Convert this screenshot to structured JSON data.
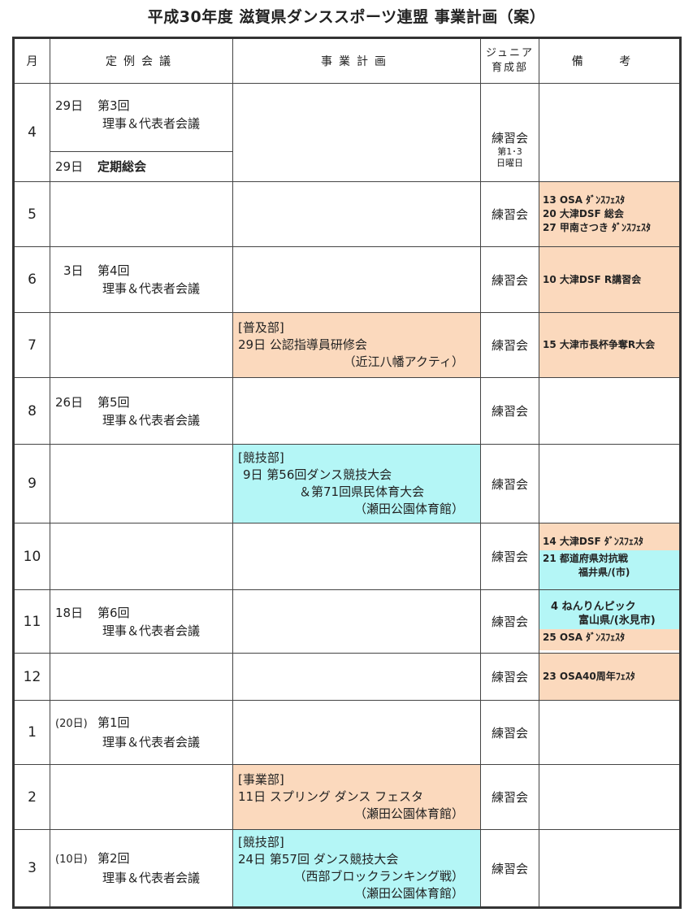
{
  "title": "平成30年度 滋賀県ダンススポーツ連盟 事業計画（案）",
  "headers": {
    "month": "月",
    "meeting": "定例会議",
    "plan": "事業計画",
    "junior": "ジュニア育成部",
    "notes": "備 考"
  },
  "rows": [
    {
      "month": "4",
      "meeting_a": {
        "date": "29日",
        "l1": "第3回",
        "l2": "理事＆代表者会議"
      },
      "meeting_b": {
        "date": "29日",
        "l1": "定期総会"
      },
      "junior": "練習会",
      "junior_sub1": "第1･3",
      "junior_sub2": "日曜日"
    },
    {
      "month": "5",
      "junior": "練習会",
      "notes": [
        "13 OSA ﾀﾞﾝｽﾌｪｽﾀ",
        "20 大津DSF 総会",
        "27 甲南さつき ﾀﾞﾝｽﾌｪｽﾀ"
      ]
    },
    {
      "month": "6",
      "meeting": {
        "date": "3日",
        "l1": "第4回",
        "l2": "理事＆代表者会議"
      },
      "junior": "練習会",
      "notes": [
        "10 大津DSF R講習会"
      ]
    },
    {
      "month": "7",
      "plan": {
        "dept": "[普及部]",
        "l1": "29日 公認指導員研修会",
        "l2": "（近江八幡アクティ）"
      },
      "junior": "練習会",
      "notes": [
        "15 大津市長杯争奪R大会"
      ]
    },
    {
      "month": "8",
      "meeting": {
        "date": "26日",
        "l1": "第5回",
        "l2": "理事＆代表者会議"
      },
      "junior": "練習会"
    },
    {
      "month": "9",
      "plan": {
        "dept": "[競技部]",
        "l1": "9日 第56回ダンス競技大会",
        "l2": "＆第71回県民体育大会",
        "l3": "（瀬田公園体育館）"
      },
      "junior": "練習会"
    },
    {
      "month": "10",
      "junior": "練習会",
      "notes": [
        "14 大津DSF ﾀﾞﾝｽﾌｪｽﾀ",
        "21 都道府県対抗戦",
        "福井県/(市)"
      ]
    },
    {
      "month": "11",
      "meeting": {
        "date": "18日",
        "l1": "第6回",
        "l2": "理事＆代表者会議"
      },
      "junior": "練習会",
      "notes": [
        "4 ねんりんピック",
        "富山県/(氷見市)",
        "25 OSA ﾀﾞﾝｽﾌｪｽﾀ"
      ]
    },
    {
      "month": "12",
      "junior": "練習会",
      "notes": [
        "23 OSA40周年ﾌｪｽﾀ"
      ]
    },
    {
      "month": "1",
      "meeting": {
        "date": "(20日)",
        "l1": "第1回",
        "l2": "理事＆代表者会議"
      },
      "junior": "練習会"
    },
    {
      "month": "2",
      "plan": {
        "dept": "[事業部]",
        "l1": "11日 スプリング ダンス フェスタ",
        "l2": "（瀬田公園体育館）"
      },
      "junior": "練習会"
    },
    {
      "month": "3",
      "meeting": {
        "date": "(10日)",
        "l1": "第2回",
        "l2": "理事＆代表者会議"
      },
      "plan": {
        "dept": "[競技部]",
        "l1": "24日 第57回 ダンス競技大会",
        "l2": "（西部ブロックランキング戦）",
        "l3": "（瀬田公園体育館）"
      },
      "junior": "練習会"
    }
  ],
  "colors": {
    "peach": "#fbd9bd",
    "cyan": "#b4f6f6"
  }
}
